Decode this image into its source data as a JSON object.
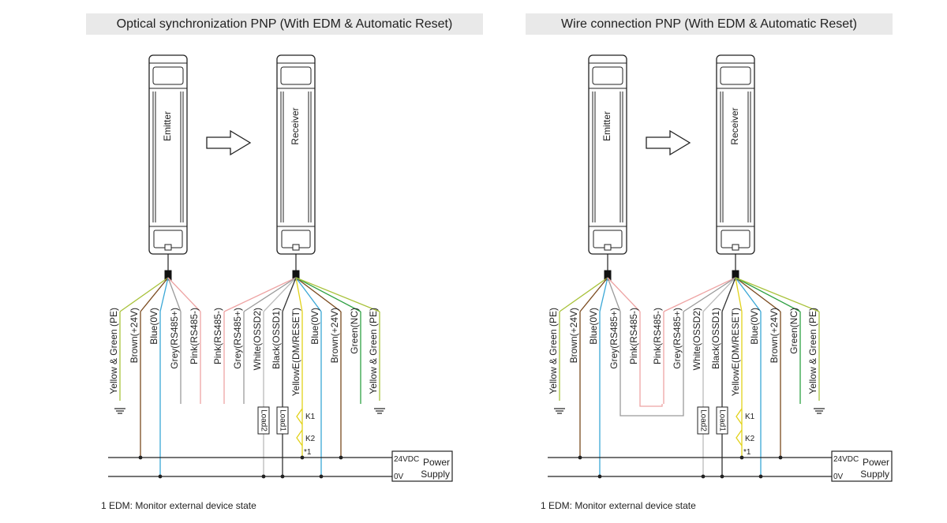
{
  "panels": [
    {
      "id": "optical",
      "title": "Optical synchronization PNP (With EDM & Automatic Reset)",
      "emitter_label": "Emitter",
      "receiver_label": "Receiver",
      "emitter_wires": [
        {
          "label": "Yellow & Green (PE)",
          "color": "#a8c23a"
        },
        {
          "label": "Brown(+24V)",
          "color": "#7a4a1e"
        },
        {
          "label": "Blue(0V)",
          "color": "#3aa7d6"
        },
        {
          "label": "Grey(RS485+)",
          "color": "#9a9a9a"
        },
        {
          "label": "Pink(RS485-)",
          "color": "#eea3a3"
        }
      ],
      "receiver_wires": [
        {
          "label": "Pink(RS485-)",
          "color": "#eea3a3"
        },
        {
          "label": "Grey(RS485+)",
          "color": "#9a9a9a"
        },
        {
          "label": "White(OSSD2)",
          "color": "#bbbbbb"
        },
        {
          "label": "Black(OSSD1)",
          "color": "#333333"
        },
        {
          "label": "YellowE(DM/RESET)",
          "color": "#e2d21a"
        },
        {
          "label": "Blue(0V)",
          "color": "#3aa7d6"
        },
        {
          "label": "Brown(+24V)",
          "color": "#7a4a1e"
        },
        {
          "label": "Green(NC)",
          "color": "#2ea043"
        },
        {
          "label": "Yellow & Green (PE)",
          "color": "#a8c23a"
        }
      ],
      "load2": "Load2",
      "load1": "Load1",
      "k1": "K1",
      "k2": "K2",
      "star1": "*1",
      "supply_24v": "24VDC",
      "supply_0v": "0V",
      "supply_name_1": "Power",
      "supply_name_2": "Supply",
      "footnote": "1 EDM: Monitor external device state"
    },
    {
      "id": "wire",
      "title": "Wire connection PNP (With EDM & Automatic Reset)",
      "emitter_label": "Emitter",
      "receiver_label": "Receiver",
      "emitter_wires": [
        {
          "label": "Yellow & Green (PE)",
          "color": "#a8c23a"
        },
        {
          "label": "Brown(+24V)",
          "color": "#7a4a1e"
        },
        {
          "label": "Blue(0V)",
          "color": "#3aa7d6"
        },
        {
          "label": "Grey(RS485+)",
          "color": "#9a9a9a"
        },
        {
          "label": "Pink(RS485-)",
          "color": "#eea3a3"
        }
      ],
      "receiver_wires": [
        {
          "label": "Pink(RS485-)",
          "color": "#eea3a3"
        },
        {
          "label": "Grey(RS485+)",
          "color": "#9a9a9a"
        },
        {
          "label": "White(OSSD2)",
          "color": "#bbbbbb"
        },
        {
          "label": "Black(OSSD1)",
          "color": "#333333"
        },
        {
          "label": "YellowE(DM/RESET)",
          "color": "#e2d21a"
        },
        {
          "label": "Blue(0V)",
          "color": "#3aa7d6"
        },
        {
          "label": "Brown(+24V)",
          "color": "#7a4a1e"
        },
        {
          "label": "Green(NC)",
          "color": "#2ea043"
        },
        {
          "label": "Yellow & Green (PE)",
          "color": "#a8c23a"
        }
      ],
      "load2": "Load2",
      "load1": "Load1",
      "k1": "K1",
      "k2": "K2",
      "star1": "*1",
      "supply_24v": "24VDC",
      "supply_0v": "0V",
      "supply_name_1": "Power",
      "supply_name_2": "Supply",
      "footnote": "1 EDM: Monitor external device state"
    }
  ]
}
